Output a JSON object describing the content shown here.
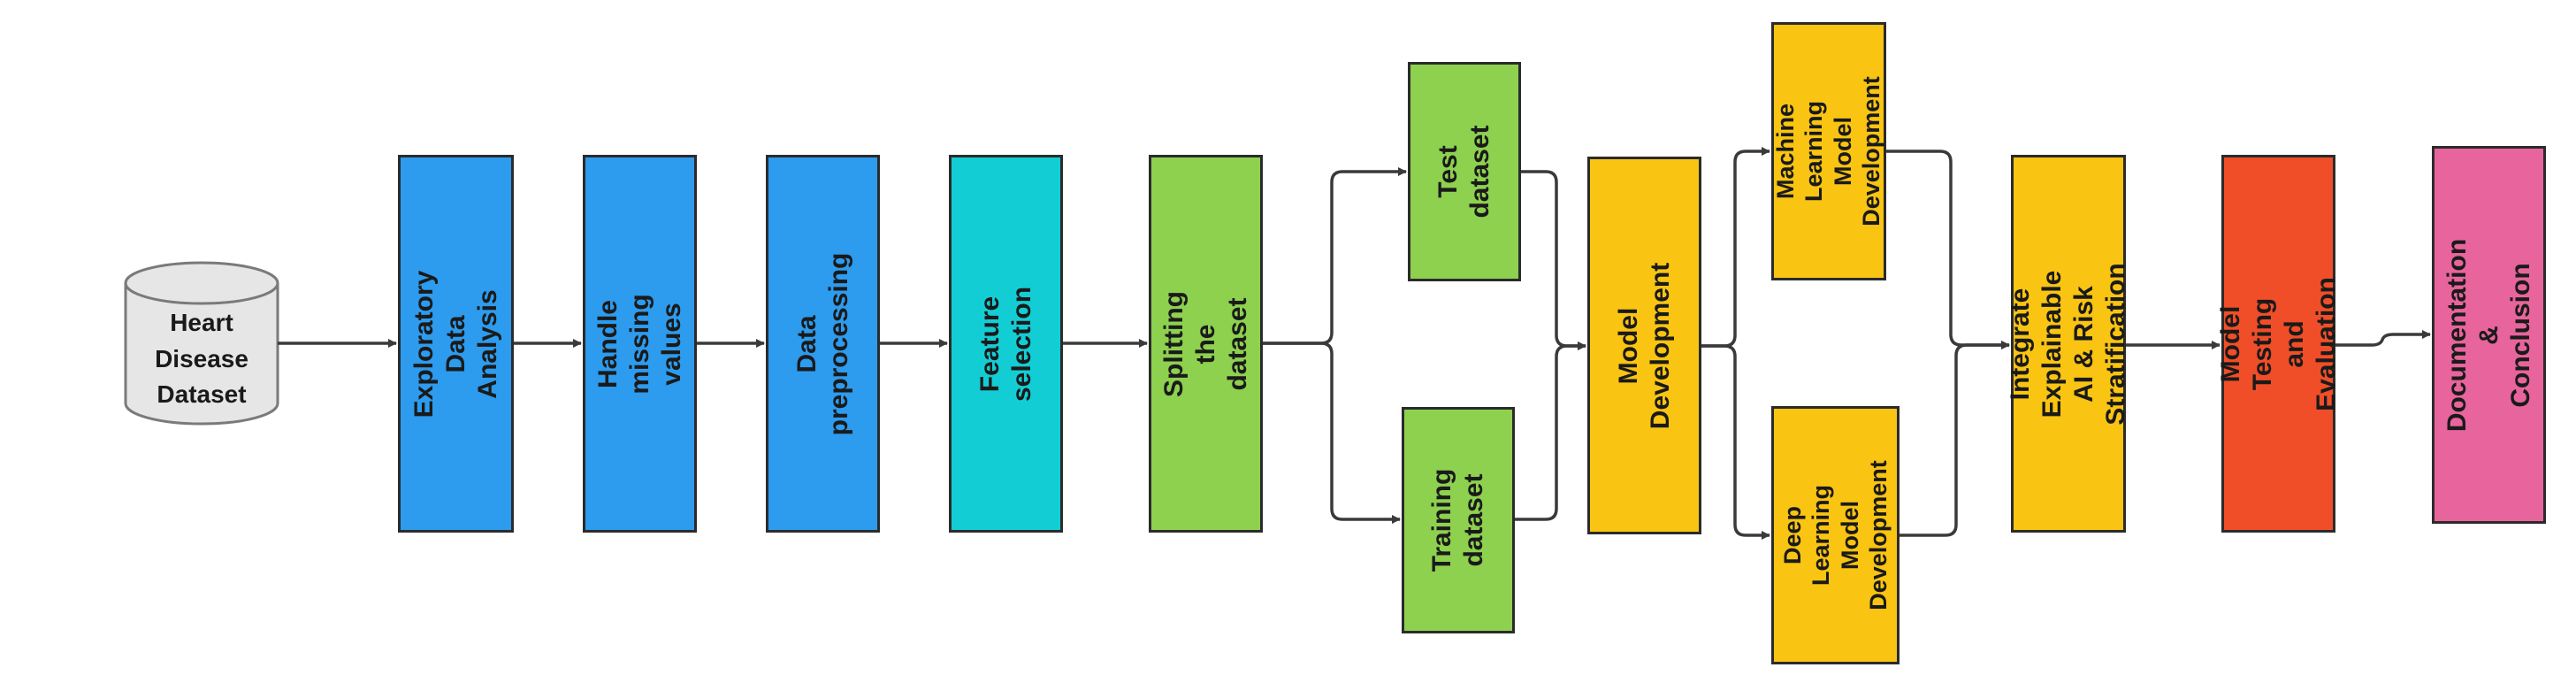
{
  "nodes": {
    "dataset": {
      "label": "Heart\nDisease\nDataset",
      "fill": "#E6E6E6"
    },
    "eda": {
      "label": "Exploratory Data Analysis",
      "fill": "#2D9BEE"
    },
    "missing": {
      "label": "Handle missing values",
      "fill": "#2D9BEE"
    },
    "preprocessing": {
      "label": "Data preprocessing",
      "fill": "#2D9BEE"
    },
    "feature": {
      "label": "Feature selection",
      "fill": "#13CDD4"
    },
    "splitting": {
      "label": "Splitting the dataset",
      "fill": "#8DD14F"
    },
    "test": {
      "label": "Test dataset",
      "fill": "#8DD14F"
    },
    "training": {
      "label": "Training\ndataset",
      "fill": "#8DD14F"
    },
    "model_dev": {
      "label": "Model Development",
      "fill": "#F9C412"
    },
    "ml_dev": {
      "label": "Machine\nLearning Model\nDevelopment",
      "fill": "#F9C412"
    },
    "dl_dev": {
      "label": "Deep Learning\nModel\nDevelopment",
      "fill": "#F9C412"
    },
    "xai": {
      "label": "Integrate Explainable\nAI & Risk Stratification",
      "fill": "#F9C412"
    },
    "testing": {
      "label": "Model Testing and\nEvaluation",
      "fill": "#F04E28"
    },
    "documentation": {
      "label": "Documentation &\nConclusion",
      "fill": "#E8649D"
    }
  },
  "connector_color": "#3a3a3a"
}
